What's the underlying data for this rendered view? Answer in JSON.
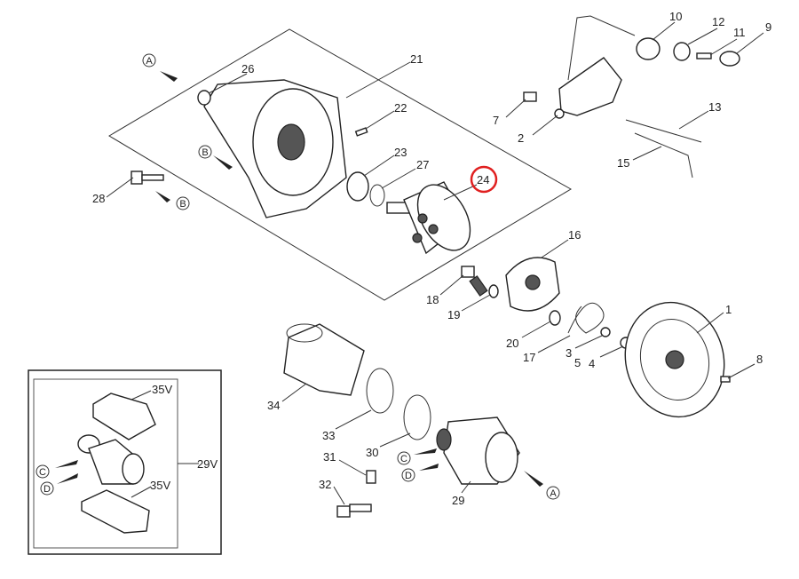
{
  "diagram": {
    "title": "Exploded parts diagram",
    "labels": [
      "1",
      "2",
      "3",
      "4",
      "5",
      "7",
      "8",
      "9",
      "10",
      "11",
      "12",
      "13",
      "15",
      "16",
      "17",
      "18",
      "19",
      "20",
      "21",
      "22",
      "23",
      "24",
      "26",
      "27",
      "28",
      "29",
      "30",
      "31",
      "32",
      "33",
      "34"
    ],
    "highlighted_label": "24",
    "highlight_color": "#e02020",
    "letters": [
      "A",
      "B",
      "C",
      "D"
    ],
    "inset": {
      "label": "29V",
      "sub_label": "35V"
    }
  }
}
